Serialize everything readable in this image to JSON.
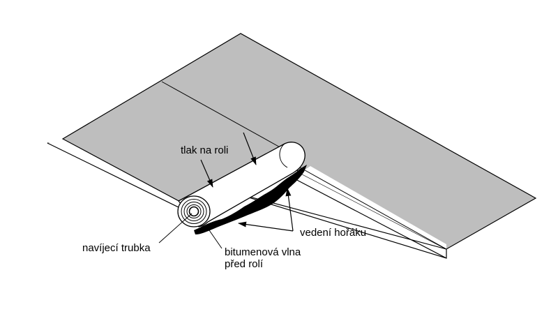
{
  "labels": {
    "roll_pressure": "tlak na roli",
    "torch_guide": "vedení hořáku",
    "winding_tube": "navíjecí trubka",
    "bitumen_wave_line1": "bitumenová vlna",
    "bitumen_wave_line2": "před rolí"
  },
  "colors": {
    "membrane_gray": "#bebebe",
    "outline": "#000000",
    "background": "#ffffff",
    "bitumen": "#000000"
  }
}
